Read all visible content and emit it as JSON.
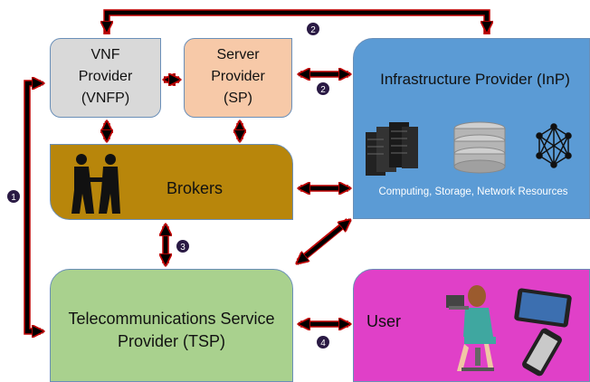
{
  "nodes": {
    "vnfp": {
      "line1": "VNF",
      "line2": "Provider",
      "line3": "(VNFP)"
    },
    "sp": {
      "line1": "Server",
      "line2": "Provider",
      "line3": "(SP)"
    },
    "inp": {
      "title": "Infrastructure Provider (InP)",
      "resources": "Computing, Storage, Network Resources"
    },
    "brokers": {
      "label": "Brokers"
    },
    "tsp": {
      "line1": "Telecommunications Service",
      "line2": "Provider (TSP)"
    },
    "user": {
      "label": "User"
    }
  },
  "markers": {
    "m1": "1",
    "m2a": "2",
    "m2b": "2",
    "m3": "3",
    "m4": "4"
  },
  "icons": [
    "server-rack-icon",
    "storage-icon",
    "network-mesh-icon",
    "handshake-icon",
    "person-laptop-icon",
    "tablet-icon",
    "phone-icon"
  ],
  "colors": {
    "vnfp": "#d9d9d9",
    "sp": "#f7c9a8",
    "inp": "#5b9bd5",
    "brokers": "#b8860b",
    "tsp": "#a9d18e",
    "user": "#e040c8",
    "arrow": "#000000",
    "arrow_outline": "#c00000",
    "marker": "#2a1a44"
  }
}
